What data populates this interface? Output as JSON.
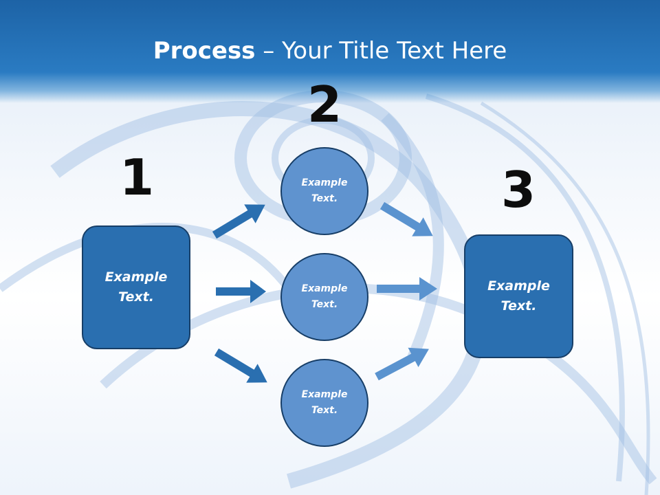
{
  "title": {
    "bold": "Process",
    "rest": " – Your Title Text Here"
  },
  "steps": [
    {
      "number": "1",
      "box_text": "Example Text."
    },
    {
      "number": "2",
      "circles": [
        "Example Text.",
        "Example Text.",
        "Example Text."
      ]
    },
    {
      "number": "3",
      "box_text": "Example Text."
    }
  ],
  "colors": {
    "header": "#2a7bc2",
    "box_fill": "#2a6fb0",
    "circle_fill": "#5f93cf",
    "left_arrows": "#2a6fb0",
    "right_arrows": "#5a93cf"
  }
}
